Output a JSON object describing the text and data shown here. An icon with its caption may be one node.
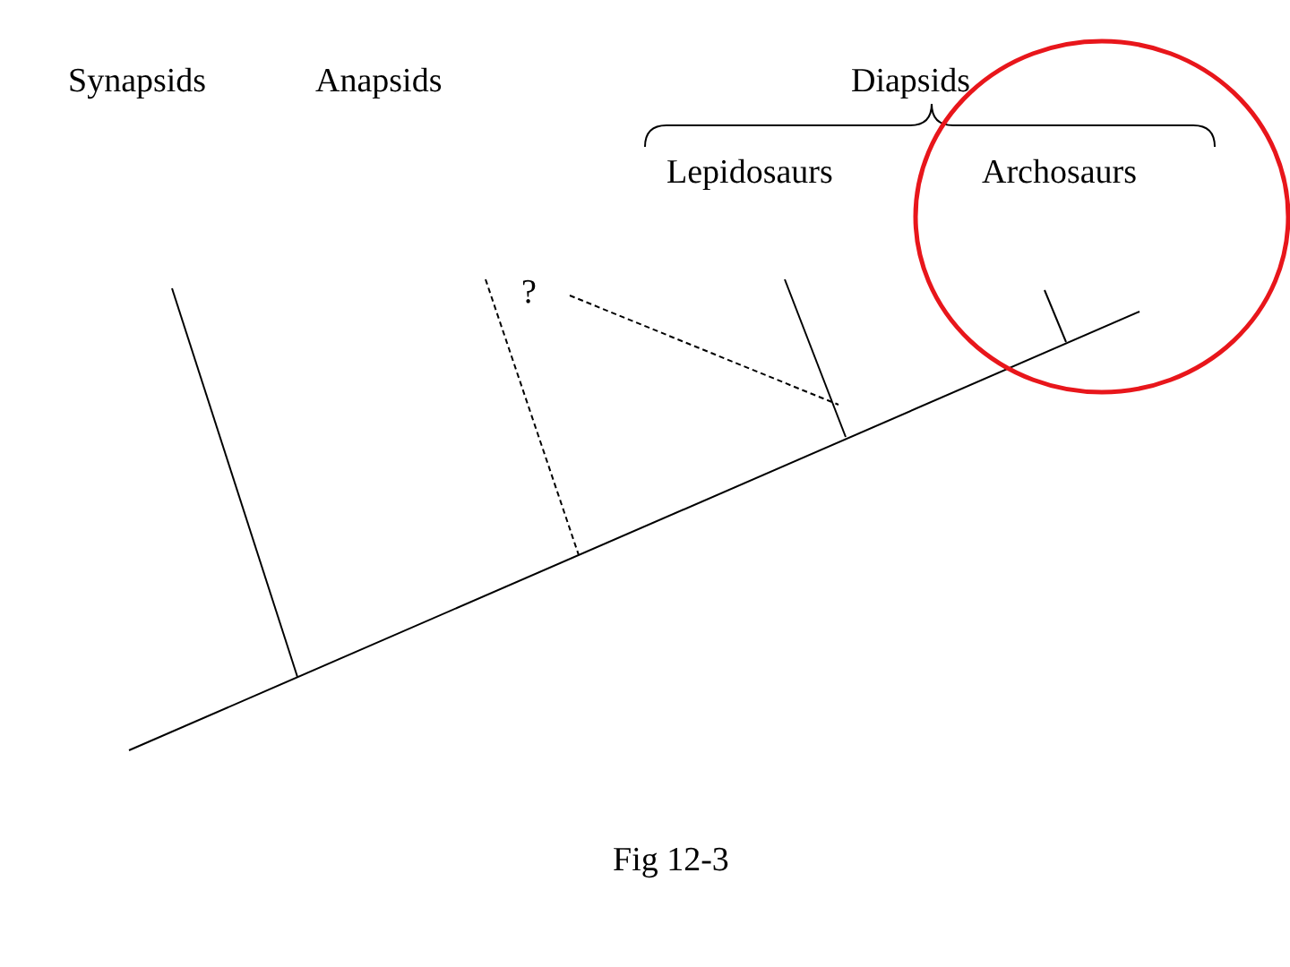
{
  "diagram": {
    "caption": "Fig 12-3",
    "labels": [
      "Synapsids",
      "Anapsids",
      "Diapsids",
      "Lepidosaurs",
      "Archosaurs",
      "?"
    ]
  }
}
